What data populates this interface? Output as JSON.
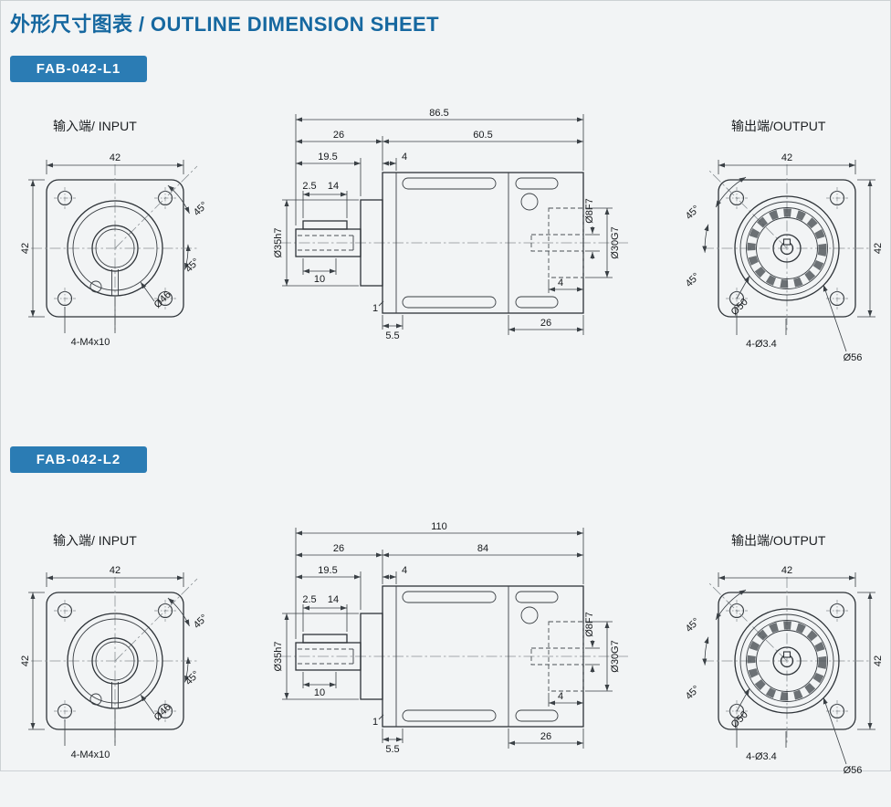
{
  "colors": {
    "title_color": "#1668a0",
    "badge_bg": "#2b7cb4",
    "badge_text": "#ffffff"
  },
  "page": {
    "title": "外形尺寸图表 / OUTLINE DIMENSION SHEET"
  },
  "sections": [
    {
      "model": "FAB-042-L1",
      "input": {
        "label": "输入端/ INPUT",
        "width": "42",
        "height": "42",
        "angle_a": "45°",
        "angle_b": "45°",
        "bolt_circle": "Ø46",
        "thread_holes": "4-M4x10"
      },
      "side": {
        "total_length": "86.5",
        "front_length": "26",
        "body_length": "60.5",
        "shaft_length": "19.5",
        "plate_thickness": "4",
        "key_height": "2.5",
        "key_length": "14",
        "key_width": "10",
        "input_pilot": "Ø35h7",
        "step": "1",
        "front_recess": "5.5",
        "rear_length": "26",
        "output_bore": "Ø8F7",
        "output_pilot": "Ø30G7",
        "recess_depth": "4"
      },
      "output": {
        "label": "输出端/OUTPUT",
        "width": "42",
        "height": "42",
        "angle_a": "45°",
        "angle_b": "45°",
        "bolt_circle": "Ø50",
        "through_holes": "4-Ø3.4",
        "boss_dia": "Ø56"
      }
    },
    {
      "model": "FAB-042-L2",
      "input": {
        "label": "输入端/ INPUT",
        "width": "42",
        "height": "42",
        "angle_a": "45°",
        "angle_b": "45°",
        "bolt_circle": "Ø46",
        "thread_holes": "4-M4x10"
      },
      "side": {
        "total_length": "110",
        "front_length": "26",
        "body_length": "84",
        "shaft_length": "19.5",
        "plate_thickness": "4",
        "key_height": "2.5",
        "key_length": "14",
        "key_width": "10",
        "input_pilot": "Ø35h7",
        "step": "1",
        "front_recess": "5.5",
        "rear_length": "26",
        "output_bore": "Ø8F7",
        "output_pilot": "Ø30G7",
        "recess_depth": "4"
      },
      "output": {
        "label": "输出端/OUTPUT",
        "width": "42",
        "height": "42",
        "angle_a": "45°",
        "angle_b": "45°",
        "bolt_circle": "Ø50",
        "through_holes": "4-Ø3.4",
        "boss_dia": "Ø56"
      }
    }
  ]
}
